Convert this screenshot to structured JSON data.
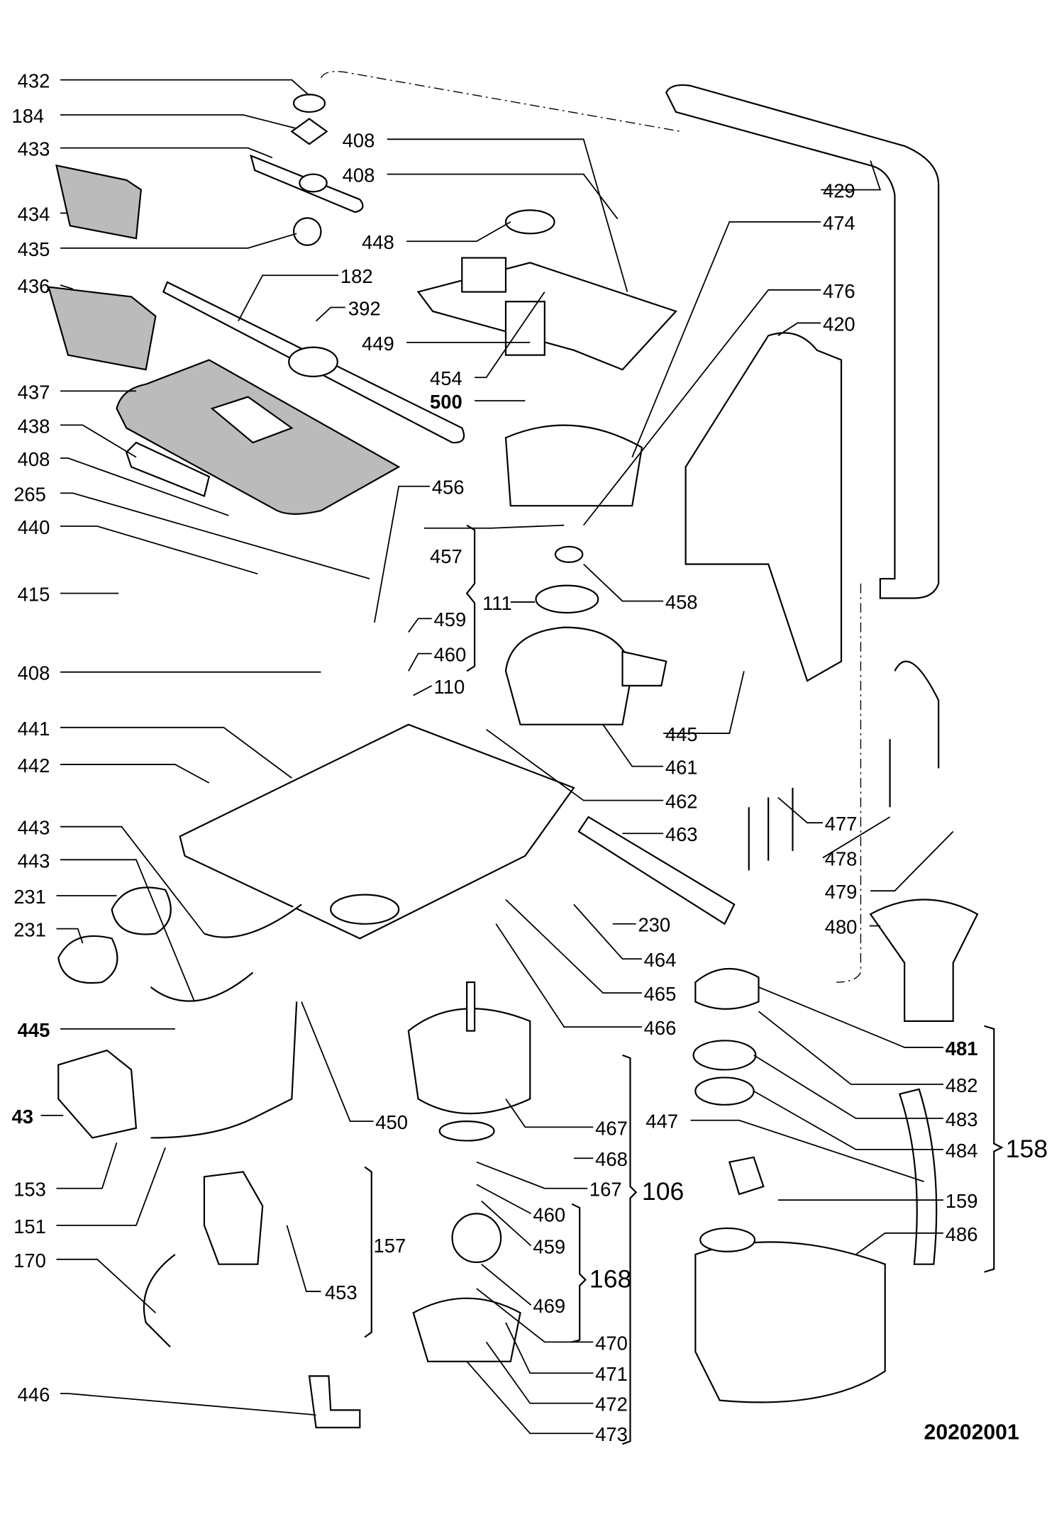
{
  "drawing_number": "20202001",
  "callouts": [
    "432",
    "184",
    "433",
    "434",
    "435",
    "436",
    "437",
    "438",
    "408",
    "265",
    "440",
    "415",
    "408",
    "441",
    "442",
    "443",
    "443",
    "231",
    "231",
    "445",
    "43",
    "153",
    "151",
    "170",
    "446",
    "408",
    "408",
    "448",
    "182",
    "392",
    "449",
    "454",
    "500",
    "456",
    "457",
    "111",
    "459",
    "460",
    "110",
    "458",
    "461",
    "462",
    "463",
    "230",
    "464",
    "465",
    "466",
    "445",
    "450",
    "467",
    "468",
    "167",
    "106",
    "460",
    "459",
    "168",
    "469",
    "470",
    "471",
    "472",
    "473",
    "157",
    "453",
    "447",
    "429",
    "474",
    "476",
    "420",
    "477",
    "478",
    "479",
    "480",
    "481",
    "482",
    "483",
    "484",
    "158",
    "159",
    "486"
  ]
}
